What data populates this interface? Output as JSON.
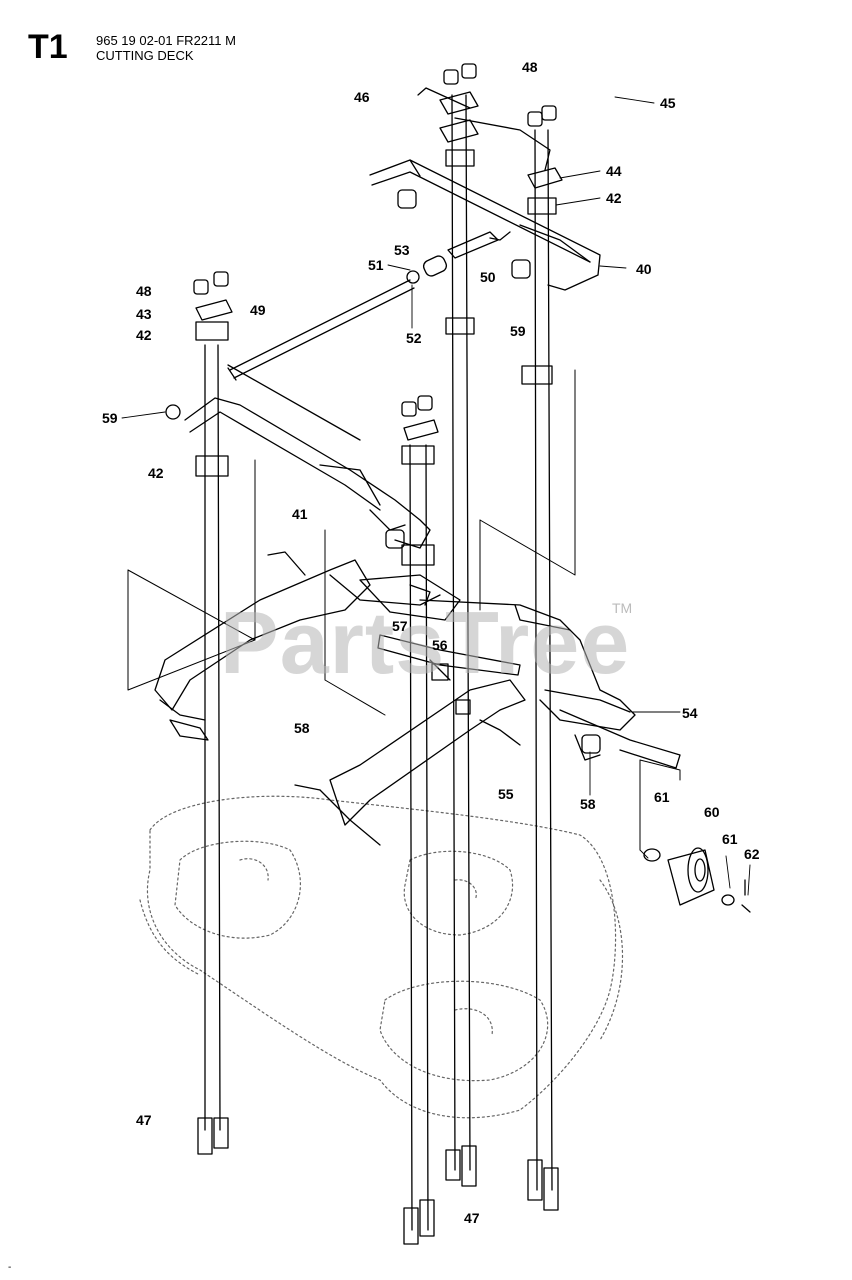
{
  "header": {
    "code": "T1",
    "part_number_line": "965 19 02-01 FR2211 M",
    "section_title": "CUTTING DECK"
  },
  "watermark": {
    "text": "PartsTree",
    "trademark": "TM"
  },
  "callouts": {
    "c48_top": "48",
    "c46": "46",
    "c45": "45",
    "c44": "44",
    "c42_top": "42",
    "c40": "40",
    "c53": "53",
    "c51": "51",
    "c50": "50",
    "c52": "52",
    "c59_right": "59",
    "c48_left": "48",
    "c43": "43",
    "c42_left": "42",
    "c49": "49",
    "c59_left": "59",
    "c42_mid": "42",
    "c41": "41",
    "c57": "57",
    "c56": "56",
    "c54": "54",
    "c58_left": "58",
    "c55": "55",
    "c58_right": "58",
    "c61_top": "61",
    "c60": "60",
    "c61_bottom": "61",
    "c62": "62",
    "c47_left": "47",
    "c47_bottom": "47"
  },
  "corner_mark": "-"
}
